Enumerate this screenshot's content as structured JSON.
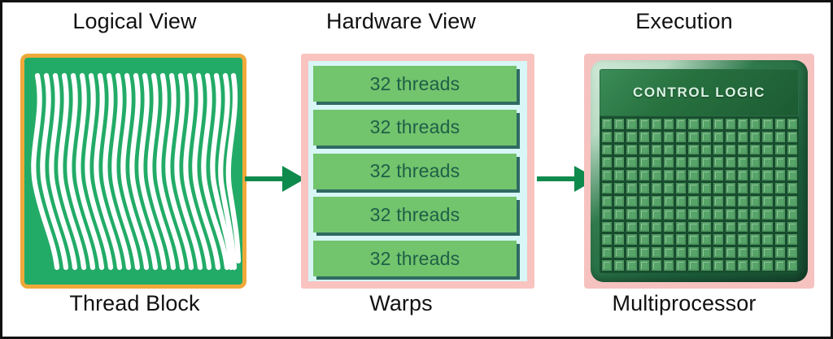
{
  "figure": {
    "border_color": "#111111",
    "background": "#ffffff"
  },
  "panels": [
    {
      "id": "logical",
      "title": "Logical View",
      "caption": "Thread Block",
      "visual": {
        "kind": "thread-block",
        "block_fill": "#22ab67",
        "block_border": "#f0a93a",
        "strand_color": "#ffffff",
        "strand_count": 23
      }
    },
    {
      "id": "hardware",
      "title": "Hardware View",
      "caption": "Warps",
      "visual": {
        "kind": "warp-stack",
        "outer_border": "#f9c3c0",
        "inner_background": "#d8f6f6",
        "row_fill": "#72c46d",
        "row_shadow": "#2f6a63",
        "row_text_color": "#1f5f47"
      },
      "warps": [
        {
          "label": "32 threads"
        },
        {
          "label": "32 threads"
        },
        {
          "label": "32 threads"
        },
        {
          "label": "32 threads"
        },
        {
          "label": "32 threads"
        }
      ]
    },
    {
      "id": "execution",
      "title": "Execution",
      "caption": "Multiprocessor",
      "visual": {
        "kind": "chip",
        "outer_border": "#f6c2c0",
        "control_logic_label": "CONTROL LOGIC",
        "control_logic_text_color": "#d9f2e2",
        "core_grid_columns": 16,
        "core_grid_rows": 12,
        "core_fill": "#57a469",
        "die_fill": "#1f6440"
      }
    }
  ],
  "arrows": [
    {
      "id": "logical-to-hardware",
      "color": "#0f8a4d",
      "direction": "right"
    },
    {
      "id": "hardware-to-execution",
      "color": "#0f8a4d",
      "direction": "right"
    }
  ]
}
